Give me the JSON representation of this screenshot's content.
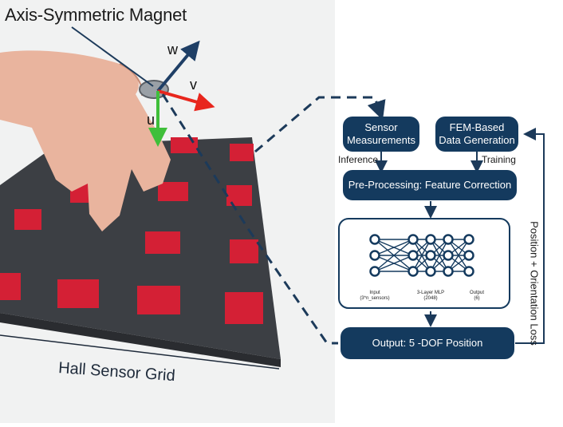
{
  "labels": {
    "title": "Axis-Symmetric Magnet",
    "axis_w": "w",
    "axis_v": "v",
    "axis_u": "u",
    "sensor_grid": "Hall Sensor Grid"
  },
  "flow": {
    "sensor_measurements": "Sensor\nMeasurements",
    "fem_data": "FEM-Based\nData Generation",
    "inference": "Inference",
    "training": "Training",
    "preprocessing": "Pre-Processing: Feature Correction",
    "output": "Output: 5 -DOF Position",
    "loss": "Position + Orientation Loss"
  },
  "network": {
    "input_label": "Input\n(3*n_sensors)",
    "hidden_label": "3-Layer MLP\n(2048)",
    "output_label": "Output\n(6)"
  },
  "colors": {
    "node": "#143a5e",
    "axis_w": "#1f3f66",
    "axis_v": "#e8261d",
    "axis_u": "#3fbf3a",
    "board": "#3c3f44",
    "pcb": "#d42035",
    "skin": "#e9b49e"
  }
}
